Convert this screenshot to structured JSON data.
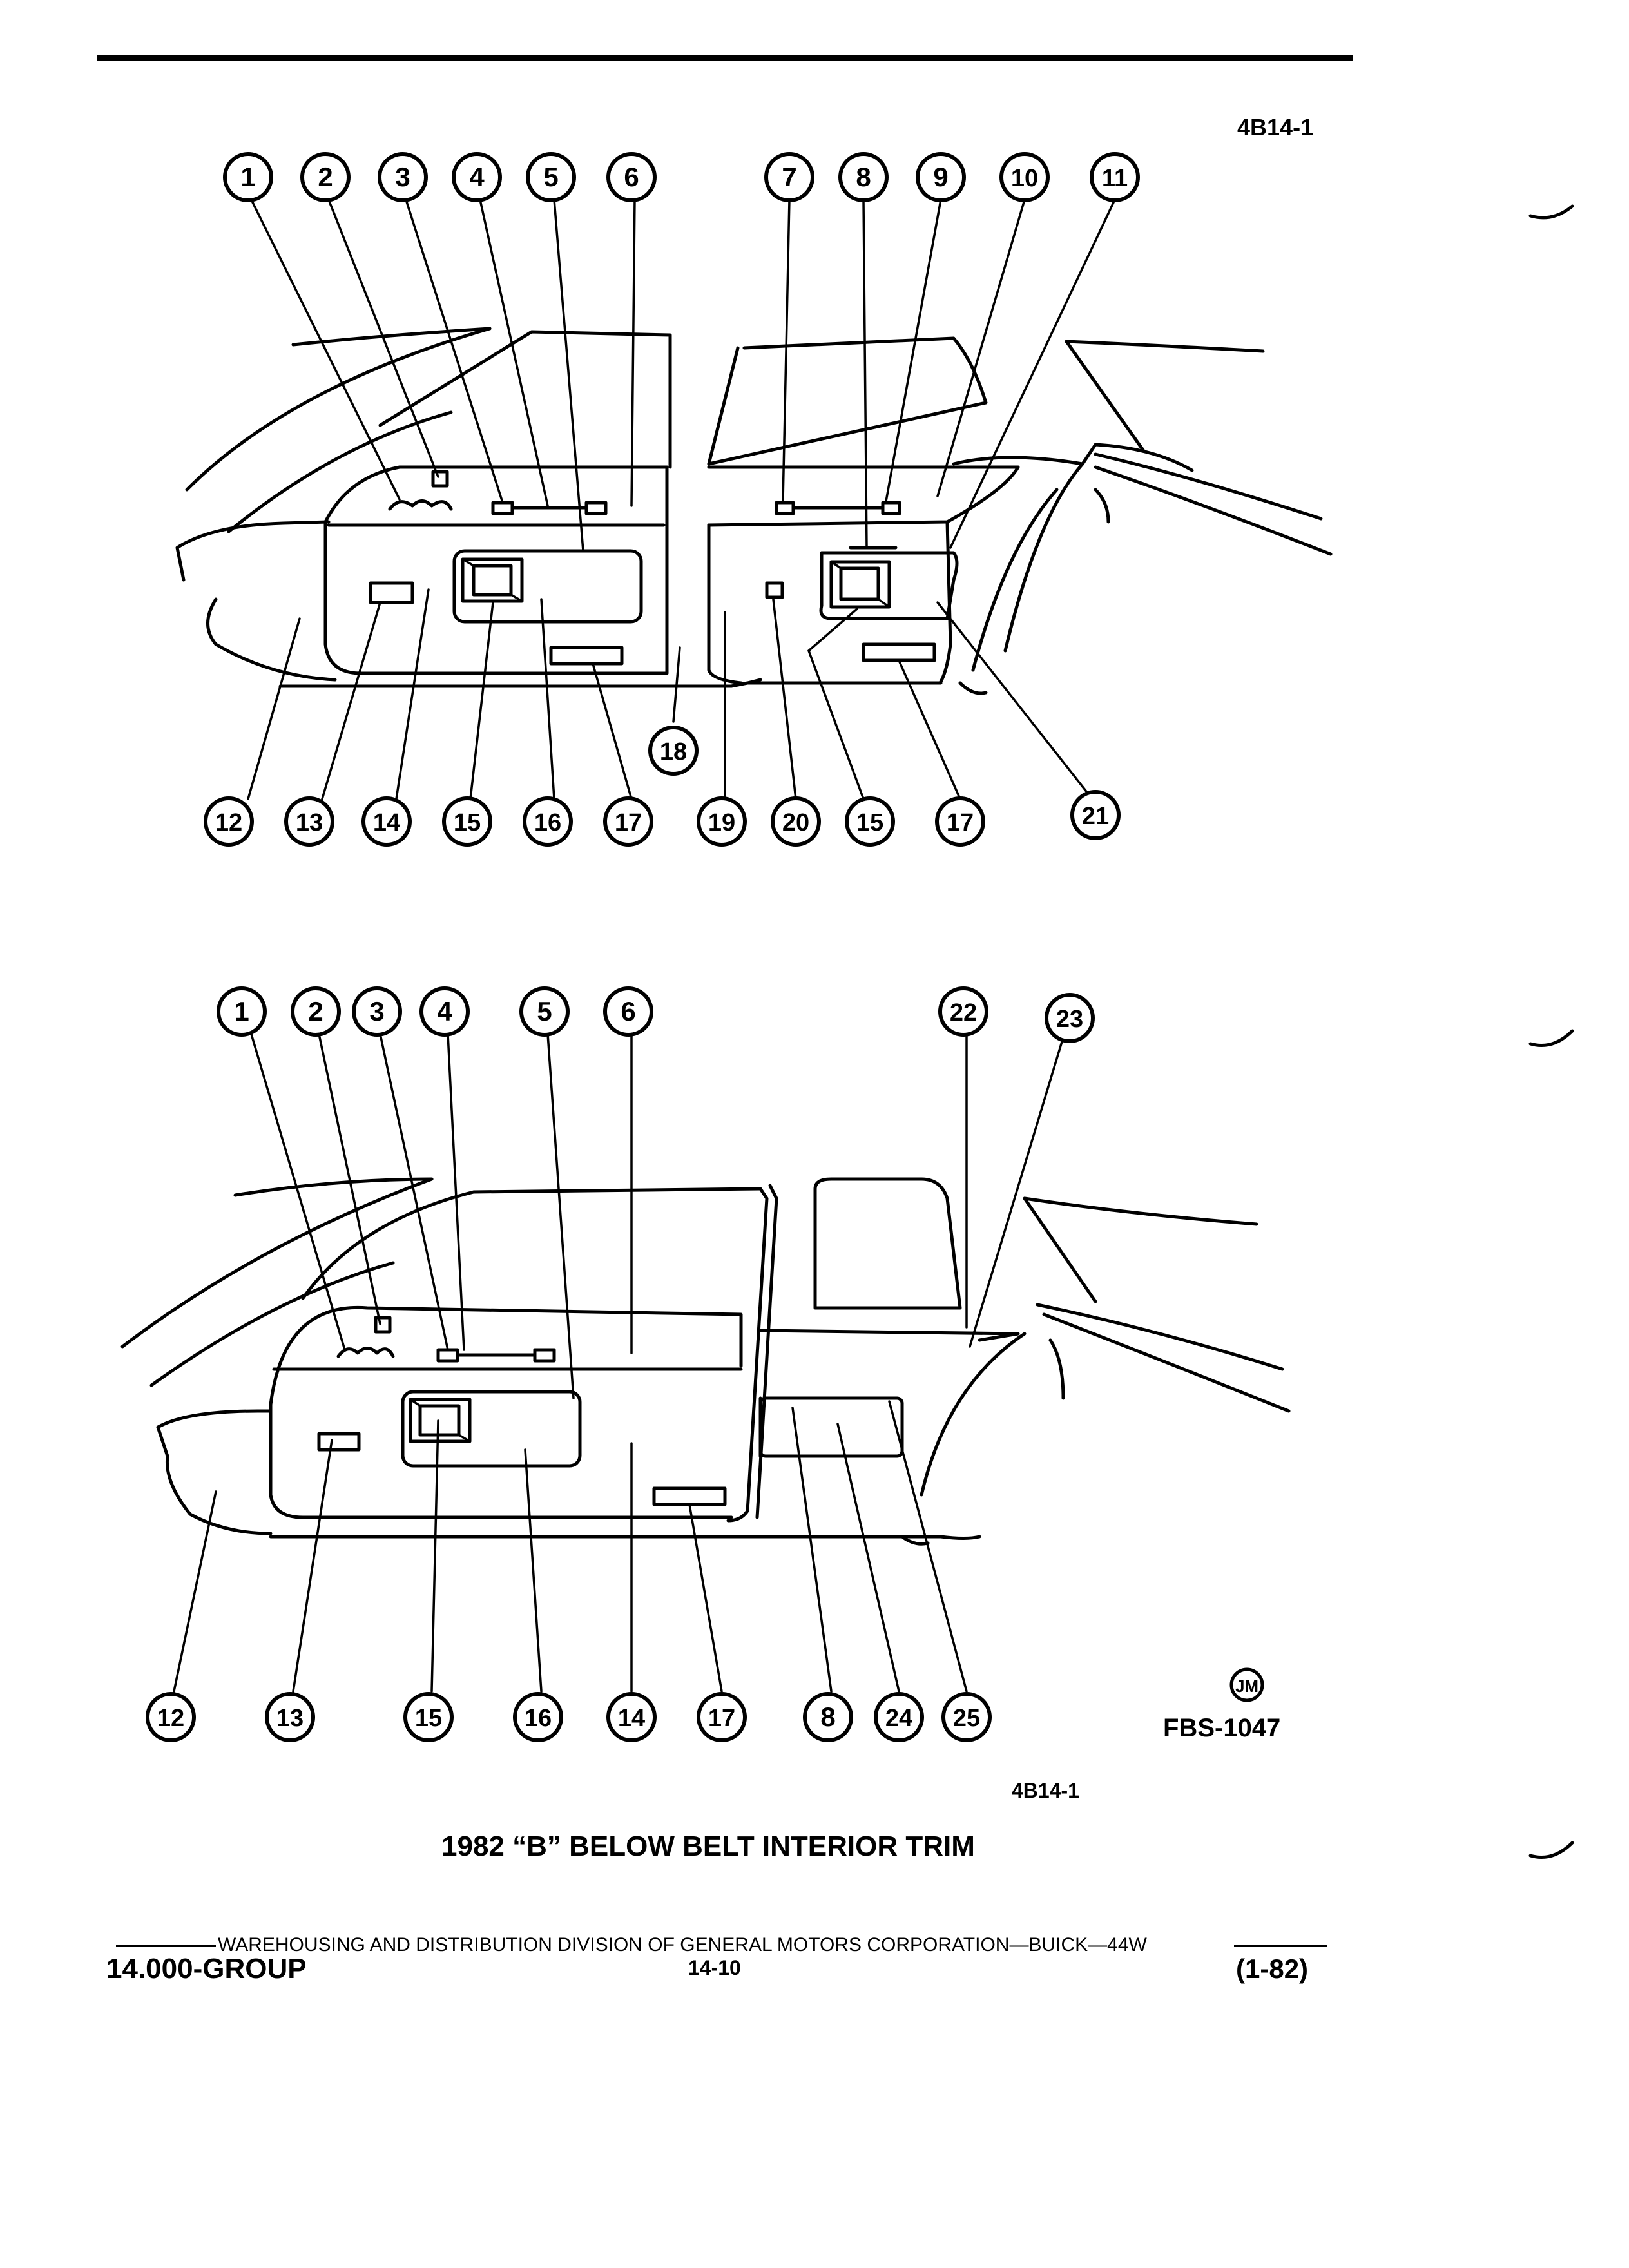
{
  "header": {
    "figure_code_top": "4B14-1"
  },
  "figure": {
    "top_callouts": [
      "1",
      "2",
      "3",
      "4",
      "5",
      "6",
      "7",
      "8",
      "9",
      "10",
      "11",
      "12",
      "13",
      "14",
      "15",
      "16",
      "17",
      "18",
      "19",
      "20",
      "15",
      "17",
      "21"
    ],
    "bottom_callouts": [
      "1",
      "2",
      "3",
      "4",
      "5",
      "6",
      "22",
      "23",
      "12",
      "13",
      "15",
      "16",
      "14",
      "17",
      "8",
      "24",
      "25"
    ],
    "jm_badge": "JM",
    "fbs_code": "FBS-1047",
    "figure_code_bottom": "4B14-1",
    "caption": "1982 “B” BELOW BELT INTERIOR TRIM"
  },
  "footer": {
    "division_line": "WAREHOUSING AND DISTRIBUTION  DIVISION OF GENERAL MOTORS CORPORATION—BUICK—44W",
    "group": "14.000-GROUP",
    "page_number": "14-10",
    "revision": "(1-82)"
  },
  "colors": {
    "ink": "#000000",
    "paper": "#ffffff"
  }
}
